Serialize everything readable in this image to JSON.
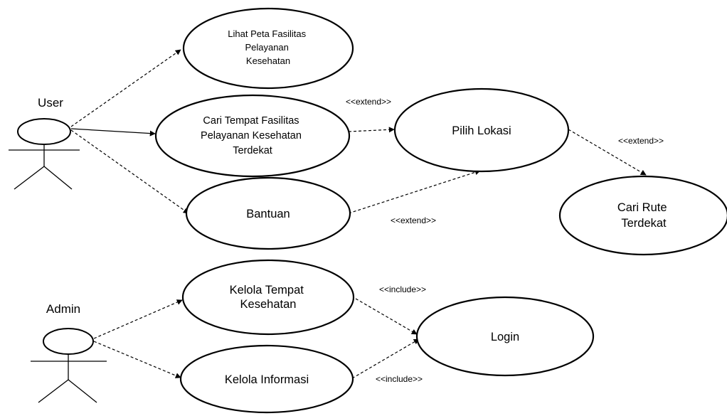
{
  "actors": {
    "user": "User",
    "admin": "Admin"
  },
  "use_cases": {
    "lihat_peta": [
      "Lihat Peta Fasilitas",
      "Pelayanan",
      "Kesehatan"
    ],
    "cari_tempat": [
      "Cari Tempat Fasilitas",
      "Pelayanan Kesehatan",
      "Terdekat"
    ],
    "bantuan": [
      "Bantuan"
    ],
    "pilih_lokasi": [
      "Pilih Lokasi"
    ],
    "cari_rute": [
      "Cari Rute",
      "Terdekat"
    ],
    "kelola_tempat": [
      "Kelola Tempat",
      "Kesehatan"
    ],
    "kelola_informasi": [
      "Kelola Informasi"
    ],
    "login": [
      "Login"
    ]
  },
  "relations": {
    "extend_cari_pilih": "<<extend>>",
    "extend_pilih_rute": "<<extend>>",
    "extend_bantuan_pilih": "<<extend>>",
    "include_tempat_login": "<<include>>",
    "include_informasi_login": "<<include>>"
  }
}
